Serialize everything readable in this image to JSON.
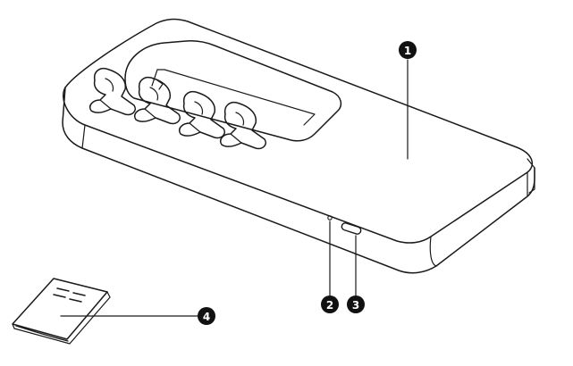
{
  "callouts": [
    {
      "id": "1",
      "label": "1"
    },
    {
      "id": "2",
      "label": "2"
    },
    {
      "id": "3",
      "label": "3"
    },
    {
      "id": "4",
      "label": "4"
    }
  ],
  "colors": {
    "line": "#1a1a1a",
    "callout_fill": "#111111",
    "callout_text": "#ffffff"
  }
}
